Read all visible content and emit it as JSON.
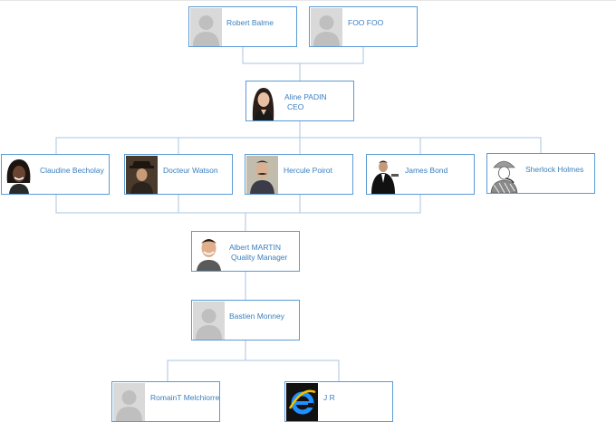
{
  "org_chart": {
    "nodes": [
      {
        "id": "robert-balme",
        "name": "Robert Balme",
        "title": "",
        "photo": "placeholder-avatar-icon"
      },
      {
        "id": "foo-foo",
        "name": "FOO FOO",
        "title": "",
        "photo": "placeholder-avatar-icon"
      },
      {
        "id": "aline-padin",
        "name": "Aline PADIN",
        "title": "CEO",
        "photo": "woman-photo"
      },
      {
        "id": "claudine-becholay",
        "name": "Claudine Becholay",
        "title": "",
        "photo": "woman-photo"
      },
      {
        "id": "docteur-watson",
        "name": "Docteur Watson",
        "title": "",
        "photo": "man-hat-photo"
      },
      {
        "id": "hercule-poirot",
        "name": "Hercule Poirot",
        "title": "",
        "photo": "man-moustache-photo"
      },
      {
        "id": "james-bond",
        "name": "James Bond",
        "title": "",
        "photo": "man-tuxedo-photo"
      },
      {
        "id": "sherlock-holmes",
        "name": "Sherlock Holmes",
        "title": "",
        "photo": "sketch-photo"
      },
      {
        "id": "albert-martin",
        "name": "Albert MARTIN",
        "title": "Quality Manager",
        "photo": "man-smiling-photo"
      },
      {
        "id": "bastien-monney",
        "name": "Bastien Monney",
        "title": "",
        "photo": "placeholder-avatar-icon"
      },
      {
        "id": "romaint-melchiorre",
        "name": "RomainT Melchiorre",
        "title": "",
        "photo": "placeholder-avatar-icon"
      },
      {
        "id": "j-r",
        "name": "J R",
        "title": "",
        "photo": "browser-logo-icon"
      }
    ]
  },
  "colors": {
    "node_border": "#5b9bd5",
    "connector": "#a9c6e2",
    "text": "#3a7fbf",
    "placeholder_bg": "#d9d9d9",
    "placeholder_figure": "#bfbfbf"
  }
}
